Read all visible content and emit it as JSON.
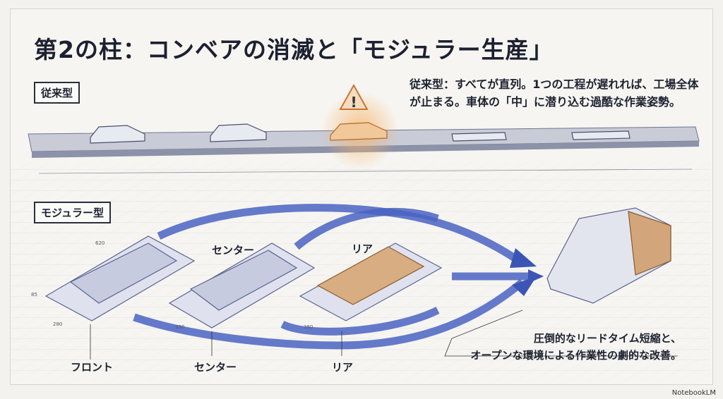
{
  "title": "第2の柱：コンベアの消滅と「モジュラー生産」",
  "legacy": {
    "tag": "従来型",
    "description_line1": "従来型：すべてが直列。1つの工程が遅れれば、工場全体",
    "description_line2": "が止まる。車体の「中」に潜り込む過酷な作業姿勢。",
    "warning_icon": "warning-triangle-icon"
  },
  "modular": {
    "tag": "モジュラー型",
    "module_labels": [
      "センター",
      "リア"
    ],
    "bottom_labels": [
      "フロント",
      "センター",
      "リア"
    ],
    "dimensions": [
      "620",
      "85",
      "280",
      "330",
      "380"
    ],
    "summary_line1": "圧倒的なリードタイム短縮と、",
    "summary_line2": "オープンな環境による作業性の劇的な改善。"
  },
  "branding": {
    "logo_text": "NotebookLM"
  },
  "colors": {
    "accent_blue": "#3f57b0",
    "warning_orange": "#e08a3c",
    "ink": "#1d2230"
  }
}
